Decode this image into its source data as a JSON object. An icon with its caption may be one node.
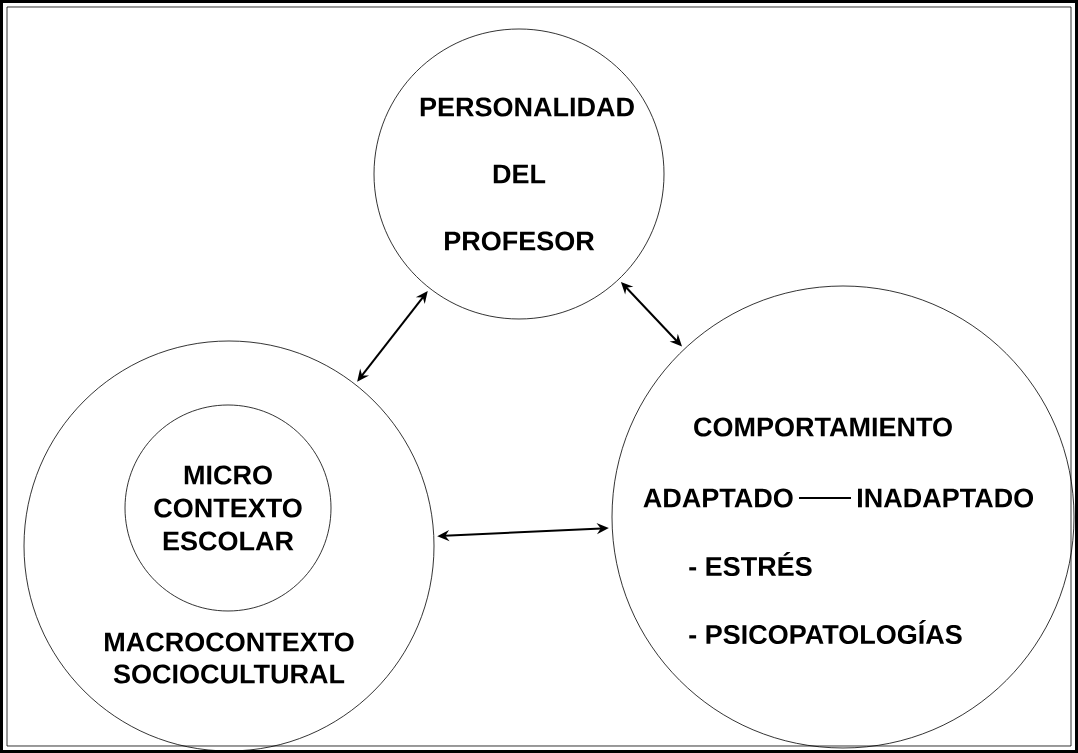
{
  "diagram": {
    "nodes": [
      {
        "text": [
          "PERSONALIDAD DEL PROFESOR"
        ]
      },
      {
        "text": [
          "MACROCONTEXTO SOCIOCULTURAL"
        ]
      },
      {
        "text": [
          "MICRO CONTEXTO ESCOLAR"
        ],
        "in": 1
      },
      {
        "text": [
          "COMPORTAMIENTO",
          "- ESTRÉS",
          "- PSICOPATOLOGÍAS"
        ]
      },
      {
        "text": [
          "ADAPTADO"
        ],
        "in": 3
      },
      {
        "text": [
          "INADAPTADO"
        ],
        "in": 3
      }
    ],
    "edges": [
      {
        "from": 0,
        "to": 1,
        "arrow": "both"
      },
      {
        "from": 0,
        "to": 3,
        "arrow": "both"
      },
      {
        "from": 1,
        "to": 3,
        "arrow": "both"
      },
      {
        "from": 4,
        "to": 5,
        "arrow": "none"
      }
    ]
  }
}
